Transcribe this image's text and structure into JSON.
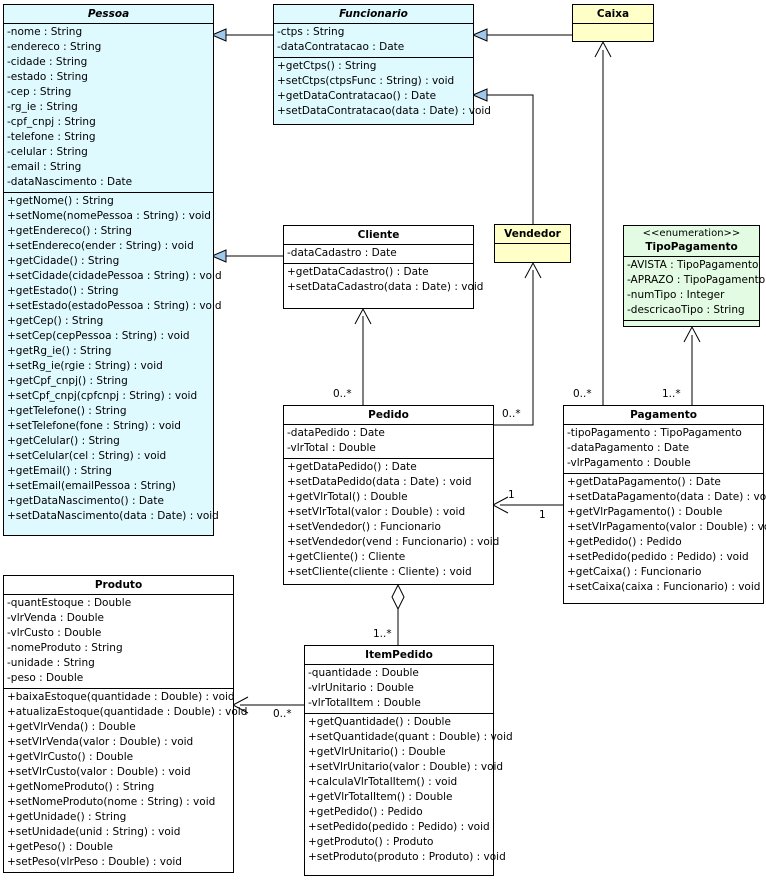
{
  "classes": {
    "pessoa": {
      "name": "Pessoa",
      "attributes": [
        "-nome : String",
        "-endereco : String",
        "-cidade : String",
        "-estado : String",
        "-cep : String",
        "-rg_ie : String",
        "-cpf_cnpj : String",
        "-telefone : String",
        "-celular : String",
        "-email : String",
        "-dataNascimento : Date"
      ],
      "operations": [
        "+getNome() : String",
        "+setNome(nomePessoa : String) : void",
        "+getEndereco() : String",
        "+setEndereco(ender : String) : void",
        "+getCidade() : String",
        "+setCidade(cidadePessoa : String) : void",
        "+getEstado() : String",
        "+setEstado(estadoPessoa : String) : void",
        "+getCep() : String",
        "+setCep(cepPessoa : String) : void",
        "+getRg_ie() : String",
        "+setRg_ie(rgie : String) : void",
        "+getCpf_cnpj() : String",
        "+setCpf_cnpj(cpfcnpj : String) : void",
        "+getTelefone() : String",
        "+setTelefone(fone : String) : void",
        "+getCelular() : String",
        "+setCelular(cel : String) : void",
        "+getEmail() : String",
        "+setEmail(emailPessoa : String)",
        "+getDataNascimento() : Date",
        "+setDataNascimento(data : Date) : void"
      ]
    },
    "funcionario": {
      "name": "Funcionario",
      "attributes": [
        "-ctps : String",
        "-dataContratacao : Date"
      ],
      "operations": [
        "+getCtps() : String",
        "+setCtps(ctpsFunc : String) : void",
        "+getDataContratacao() : Date",
        "+setDataContratacao(data : Date) : void"
      ]
    },
    "caixa": {
      "name": "Caixa"
    },
    "vendedor": {
      "name": "Vendedor"
    },
    "cliente": {
      "name": "Cliente",
      "attributes": [
        "-dataCadastro : Date"
      ],
      "operations": [
        "+getDataCadastro() : Date",
        "+setDataCadastro(data : Date) : void"
      ]
    },
    "tipoPagamento": {
      "stereotype": "<<enumeration>>",
      "name": "TipoPagamento",
      "attributes": [
        "-AVISTA : TipoPagamento",
        "-APRAZO : TipoPagamento",
        "-numTipo : Integer",
        "-descricaoTipo : String"
      ]
    },
    "pedido": {
      "name": "Pedido",
      "attributes": [
        "-dataPedido : Date",
        "-vlrTotal : Double"
      ],
      "operations": [
        "+getDataPedido() : Date",
        "+setDataPedido(data : Date) : void",
        "+getVlrTotal() : Double",
        "+setVlrTotal(valor : Double) : void",
        "+setVendedor() : Funcionario",
        "+setVendedor(vend : Funcionario) : void",
        "+getCliente() : Cliente",
        "+setCliente(cliente : Cliente) : void"
      ]
    },
    "pagamento": {
      "name": "Pagamento",
      "attributes": [
        "-tipoPagamento : TipoPagamento",
        "-dataPagamento : Date",
        "-vlrPagamento : Double"
      ],
      "operations": [
        "+getDataPagamento() : Date",
        "+setDataPagamento(data : Date) : void",
        "+getVlrPagamento() : Double",
        "+setVlrPagamento(valor : Double) : void",
        "+getPedido() : Pedido",
        "+setPedido(pedido : Pedido) : void",
        "+getCaixa() : Funcionario",
        "+setCaixa(caixa : Funcionario) : void"
      ]
    },
    "produto": {
      "name": "Produto",
      "attributes": [
        "-quantEstoque : Double",
        "-vlrVenda : Double",
        "-vlrCusto : Double",
        "-nomeProduto : String",
        "-unidade : String",
        "-peso : Double"
      ],
      "operations": [
        "+baixaEstoque(quantidade : Double) : void",
        "+atualizaEstoque(quantidade : Double) : void",
        "+getVlrVenda() : Double",
        "+setVlrVenda(valor : Double) : void",
        "+getVlrCusto() : Double",
        "+setVlrCusto(valor : Double) : void",
        "+getNomeProduto() : String",
        "+setNomeProduto(nome : String) : void",
        "+getUnidade() : String",
        "+setUnidade(unid : String) : void",
        "+getPeso() : Double",
        "+setPeso(vlrPeso : Double) : void"
      ]
    },
    "itemPedido": {
      "name": "ItemPedido",
      "attributes": [
        "-quantidade : Double",
        "-vlrUnitario : Double",
        "-vlrTotalItem : Double"
      ],
      "operations": [
        "+getQuantidade() : Double",
        "+setQuantidade(quant : Double) : void",
        "+getVlrUnitario() : Double",
        "+setVlrUnitario(valor : Double) : void",
        "+calculaVlrTotalItem() : void",
        "+getVlrTotalItem() : Double",
        "+getPedido() : Pedido",
        "+setPedido(pedido : Pedido) : void",
        "+getProduto() : Produto",
        "+setProduto(produto : Produto) : void"
      ]
    }
  },
  "multiplicities": {
    "pedido_cliente": "0..*",
    "pedido_vendedor": "0..*",
    "pagamento_caixa": "0..*",
    "pagamento_tipo": "1..*",
    "pagamento_pedido_a": "1",
    "pagamento_pedido_b": "1",
    "item_pedido": "1..*",
    "item_produto": "0..*"
  },
  "colors": {
    "abstract_fill": "#dffaff",
    "leaf_role_fill": "#ffffc8",
    "enum_fill": "#e2fbe2",
    "class_fill": "#ffffff",
    "generalization_head": "#9fc8ea"
  }
}
